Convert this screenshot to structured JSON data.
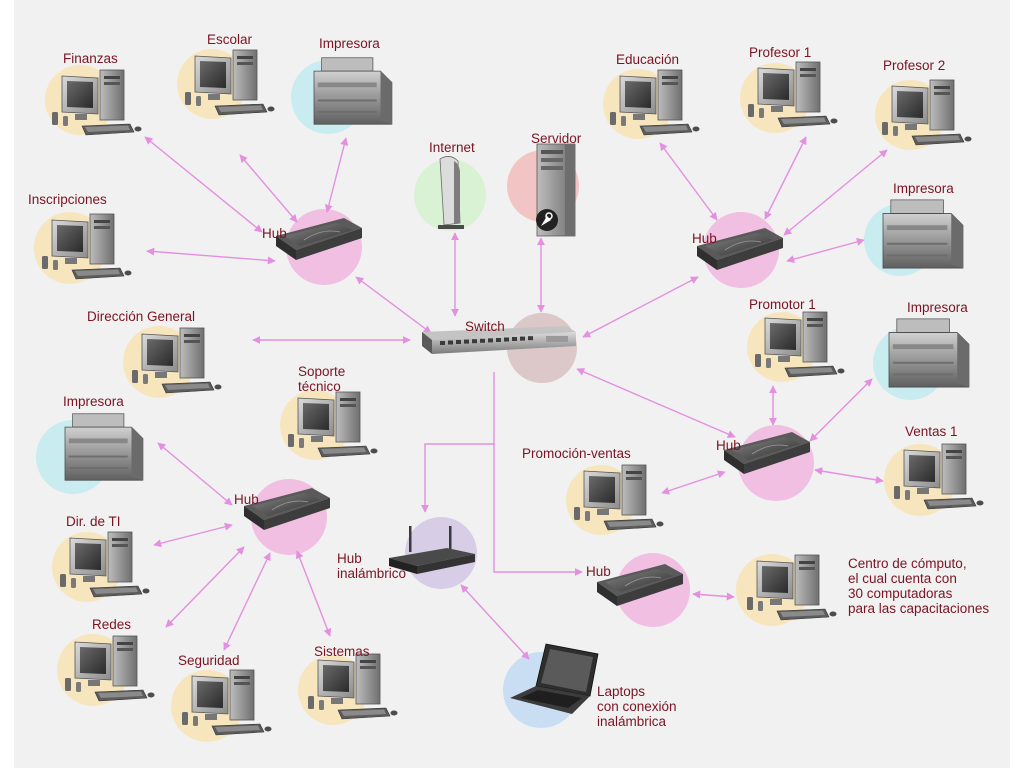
{
  "colors": {
    "background": "#f1f1f1",
    "label_text": "#7a1422",
    "connector": "#e48fe0",
    "halo_yellow": "#f7e6bd",
    "halo_pink": "#f1bfe1",
    "halo_cyan": "#c8ecef",
    "halo_green": "#d8f2d3",
    "halo_red": "#f3c4c4",
    "halo_blue": "#c9def2",
    "halo_violet": "#d8cde6",
    "halo_taupe": "#dcc8c8"
  },
  "labels": {
    "finanzas": "Finanzas",
    "escolar": "Escolar",
    "impresora_top": "Impresora",
    "inscripciones": "Inscripciones",
    "hub_left_top": "Hub",
    "internet": "Internet",
    "servidor": "Servidor",
    "educacion": "Educación",
    "profesor1": "Profesor 1",
    "profesor2": "Profesor 2",
    "impresora_right_top": "Impresora",
    "hub_right_top": "Hub",
    "direccion": "Dirección General",
    "switch": "Switch",
    "promotor1": "Promotor 1",
    "impresora_right_mid": "Impresora",
    "soporte": "Soporte\ntécnico",
    "impresora_left": "Impresora",
    "promocion": "Promoción-ventas",
    "hub_right_mid": "Hub",
    "ventas1": "Ventas 1",
    "hub_left_bottom": "Hub",
    "dir_ti": "Dir. de TI",
    "hub_inalambrico": "Hub\ninalámbrico",
    "hub_bottom": "Hub",
    "centro": "Centro de cómputo,\nel cual cuenta con\n30 computadoras\npara las capacitaciones",
    "redes": "Redes",
    "seguridad": "Seguridad",
    "sistemas": "Sistemas",
    "laptops": "Laptops\ncon conexión\ninalámbrica"
  },
  "icons": {
    "computer": "computer-icon",
    "printer": "printer-icon",
    "hub": "hub-icon",
    "switch": "switch-icon",
    "modem": "modem-icon",
    "server": "server-icon",
    "router": "wireless-router-icon",
    "laptop": "laptop-icon"
  }
}
